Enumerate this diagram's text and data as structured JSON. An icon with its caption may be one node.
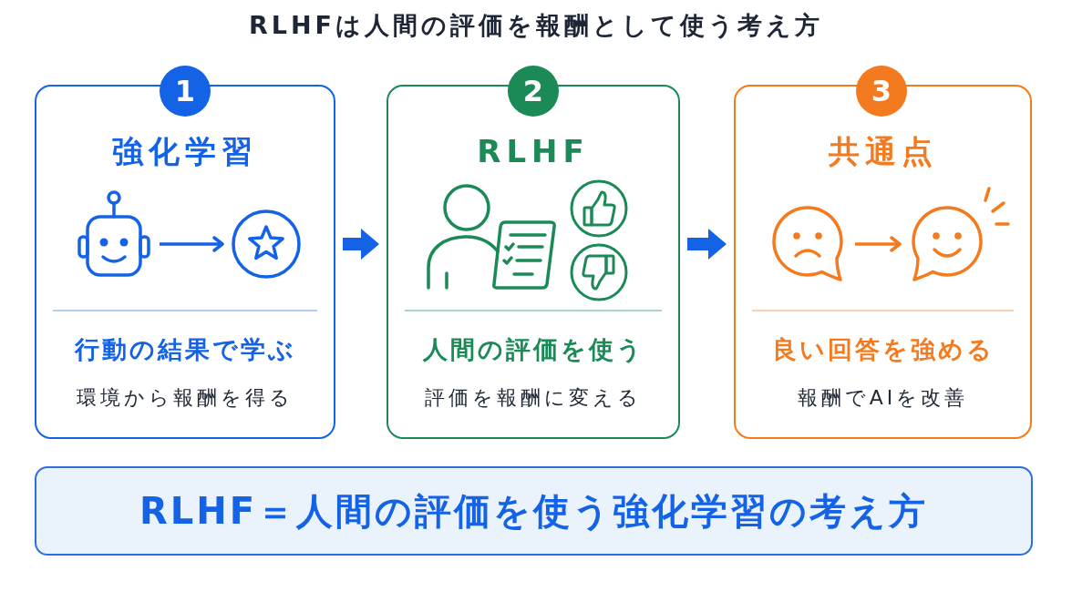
{
  "diagram": {
    "title": "RLHFは人間の評価を報酬として使う考え方",
    "nodes": [
      {
        "text": [
          "1"
        ]
      },
      {
        "text": [
          "強化学習",
          "行動の結果で学ぶ",
          "環境から報酬を得る"
        ]
      },
      {
        "text": [],
        "shape": "picture",
        "in": 1
      },
      {
        "text": [],
        "shape": "picture",
        "in": 1
      },
      {
        "text": [
          "2"
        ]
      },
      {
        "text": [
          "RLHF",
          "人間の評価を使う",
          "評価を報酬に変える"
        ]
      },
      {
        "text": [
          "3"
        ]
      },
      {
        "text": [
          "共通点",
          "良い回答を強める",
          "報酬でAIを改善"
        ]
      },
      {
        "text": [],
        "shape": "picture",
        "in": 7
      },
      {
        "text": [],
        "shape": "picture",
        "in": 7
      },
      {
        "text": [
          "RLHF＝人間の評価を使う強化学習の考え方"
        ]
      }
    ],
    "edges": [
      {
        "from": 2,
        "to": 3,
        "arrow": "to"
      },
      {
        "from": 1,
        "to": 5,
        "arrow": "to",
        "style": "thick"
      },
      {
        "from": 5,
        "to": 7,
        "arrow": "to",
        "style": "thick"
      },
      {
        "from": 8,
        "to": 9,
        "arrow": "to",
        "color": "#f47a1f"
      }
    ]
  }
}
